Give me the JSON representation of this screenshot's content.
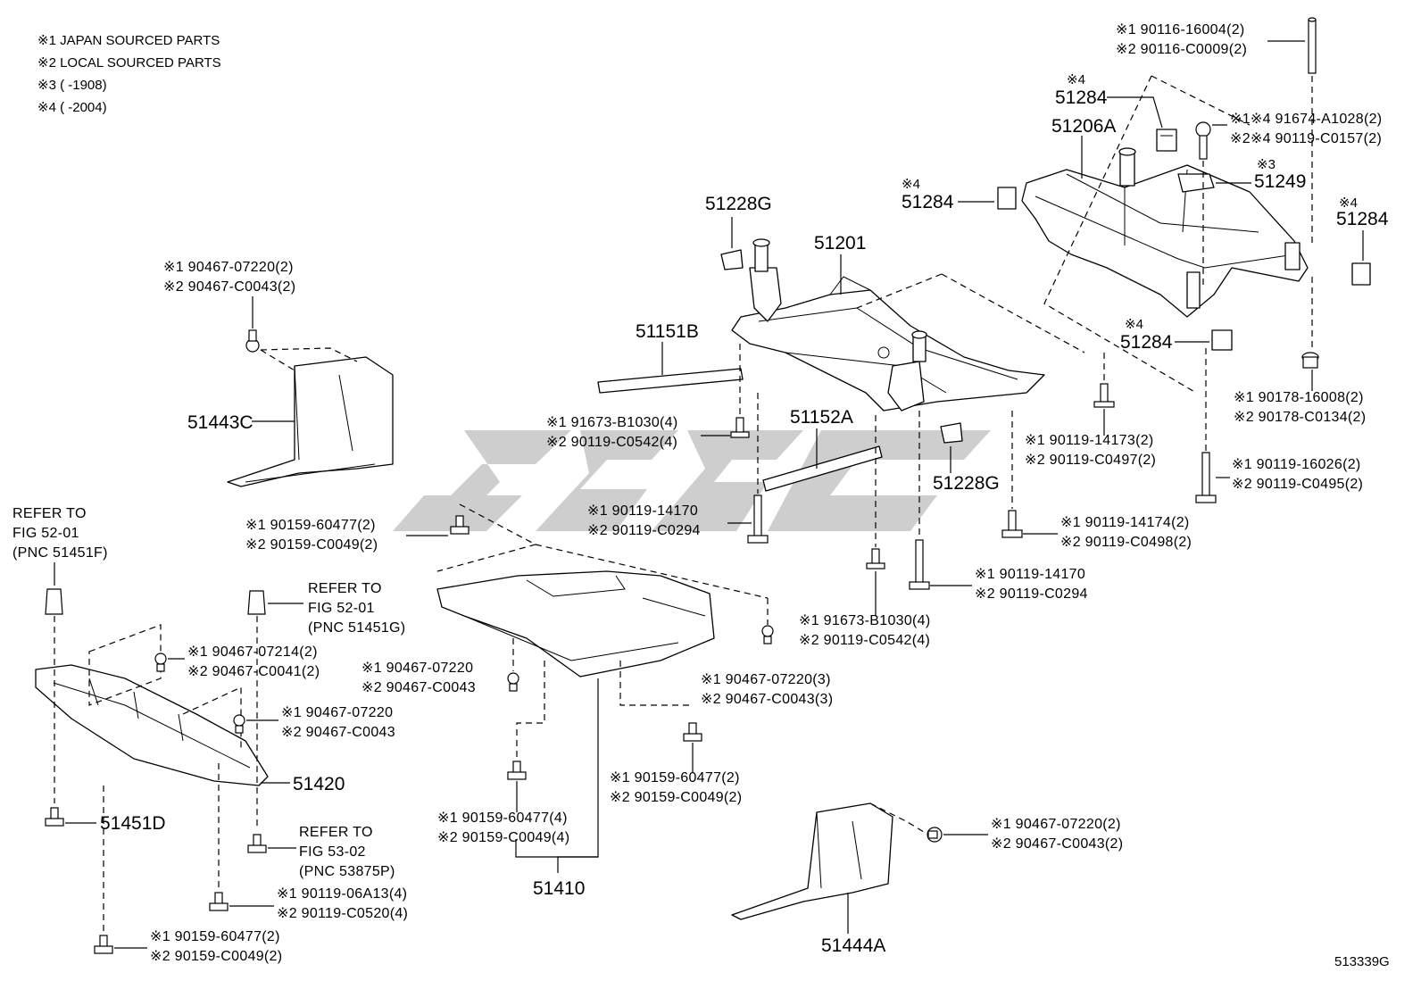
{
  "notes": [
    "※1  JAPAN SOURCED PARTS",
    "※2  LOCAL SOURCED PARTS",
    "※3  (      -1908)",
    "※4  (      -2004)"
  ],
  "figure_id": "513339G",
  "labels": {
    "p51206A": "51206A",
    "p51201": "51201",
    "p51228G_a": "51228G",
    "p51228G_b": "51228G",
    "p51151B": "51151B",
    "p51152A": "51152A",
    "p51443C": "51443C",
    "p51410": "51410",
    "p51420": "51420",
    "p51451D": "51451D",
    "p51444A": "51444A",
    "p51249": "51249",
    "n51249": "※3",
    "p51284_a": "51284",
    "n51284_a": "※4",
    "p51284_b": "51284",
    "n51284_b": "※4",
    "p51284_c": "51284",
    "n51284_c": "※4",
    "p51284_d": "51284",
    "n51284_d": "※4"
  },
  "callouts": {
    "c01": [
      "※1 90116-16004(2)",
      "※2 90116-C0009(2)"
    ],
    "c02": [
      "※1※4 91674-A1028(2)",
      "※2※4 90119-C0157(2)"
    ],
    "c03": [
      "※1 90178-16008(2)",
      "※2 90178-C0134(2)"
    ],
    "c04": [
      "※1 90119-16026(2)",
      "※2 90119-C0495(2)"
    ],
    "c05": [
      "※1 90119-14173(2)",
      "※2 90119-C0497(2)"
    ],
    "c06": [
      "※1 90119-14174(2)",
      "※2 90119-C0498(2)"
    ],
    "c07": [
      "※1 90119-14170",
      "※2 90119-C0294"
    ],
    "c08": [
      "※1 91673-B1030(4)",
      "※2 90119-C0542(4)"
    ],
    "c09": [
      "※1 90119-14170",
      "※2 90119-C0294"
    ],
    "c10": [
      "※1 91673-B1030(4)",
      "※2 90119-C0542(4)"
    ],
    "c11": [
      "※1 90467-07220(2)",
      "※2 90467-C0043(2)"
    ],
    "c12": [
      "※1 90159-60477(2)",
      "※2 90159-C0049(2)"
    ],
    "c13": [
      "※1 90467-07214(2)",
      "※2 90467-C0041(2)"
    ],
    "c14": [
      "※1 90467-07220",
      "※2 90467-C0043"
    ],
    "c15": [
      "※1 90467-07220",
      "※2 90467-C0043"
    ],
    "c16": [
      "※1 90467-07220(3)",
      "※2 90467-C0043(3)"
    ],
    "c17": [
      "※1 90159-60477(2)",
      "※2 90159-C0049(2)"
    ],
    "c18": [
      "※1 90159-60477(4)",
      "※2 90159-C0049(4)"
    ],
    "c19": [
      "※1 90119-06A13(4)",
      "※2 90119-C0520(4)"
    ],
    "c20": [
      "※1 90159-60477(2)",
      "※2 90159-C0049(2)"
    ],
    "c21": [
      "※1 90467-07220(2)",
      "※2 90467-C0043(2)"
    ]
  },
  "refer": {
    "r1": [
      "REFER TO",
      "FIG 52-01",
      "(PNC 51451F)"
    ],
    "r2": [
      "REFER TO",
      "FIG 52-01",
      "(PNC 51451G)"
    ],
    "r3": [
      "REFER TO",
      "FIG 53-02",
      "(PNC 53875P)"
    ]
  }
}
